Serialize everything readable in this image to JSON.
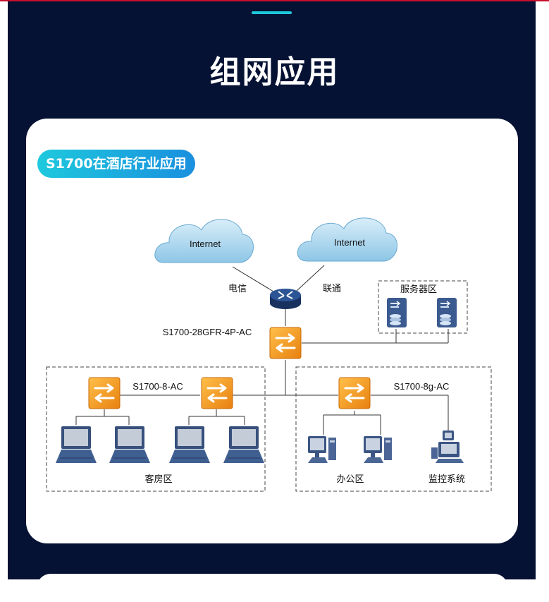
{
  "header": {
    "title": "组网应用"
  },
  "card": {
    "pill": "S1700在酒店行业应用"
  },
  "diagram": {
    "cloud_left": "Internet",
    "cloud_right": "Internet",
    "isp_left": "电信",
    "isp_right": "联通",
    "core_switch": "S1700-28GFR-4P-AC",
    "server_zone": "服务器区",
    "guest_switch": "S1700-8-AC",
    "office_switch": "S1700-8g-AC",
    "guest_zone": "客房区",
    "office_zone": "办公区",
    "monitor_zone": "监控系统"
  },
  "colors": {
    "panel": "#061233",
    "accent": "#1ec8dc",
    "switch": "#f39c1e",
    "router": "#1f3c73"
  }
}
